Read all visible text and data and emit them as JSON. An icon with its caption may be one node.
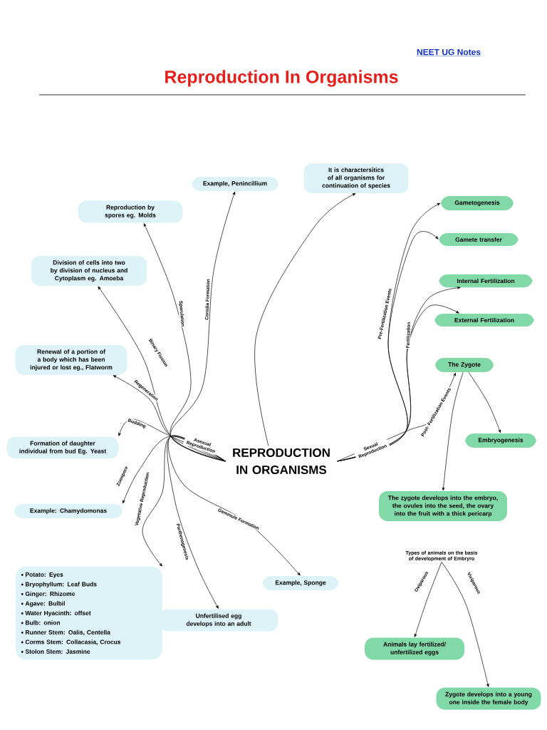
{
  "diagram": {
    "title": "Reproduction In Organisms",
    "nodes": [
      {
        "text": [
          "Example, Penincillium"
        ]
      },
      {
        "text": [
          "It is charactersitics of all organisms for continuation of species"
        ]
      },
      {
        "text": [
          "Reproduction by spores eg. Molds"
        ]
      },
      {
        "text": [
          "Gametogenesis"
        ]
      },
      {
        "text": [
          "Gamete transfer"
        ]
      },
      {
        "text": [
          "Division of cells into two by division of nucleus and Cytoplasm eg. Amoeba"
        ]
      },
      {
        "text": [
          "Internal Fertilization"
        ]
      },
      {
        "text": [
          "External Fertilization"
        ]
      },
      {
        "text": [
          "Renewal of a portion of a body which has been injured or lost eg., Flatworm"
        ]
      },
      {
        "text": [
          "The Zygote"
        ]
      },
      {
        "text": [
          "REPRODUCTION IN ORGANISMS"
        ]
      },
      {
        "text": [
          "Formation of daughter individual from bud Eg. Yeast"
        ]
      },
      {
        "text": [
          "Embryogenesis"
        ]
      },
      {
        "text": [
          "Example: Chamydomonas"
        ]
      },
      {
        "text": [
          "The zygote develops into the embryo, the ovules into the seed, the ovary into the fruit with a thick pericarp"
        ]
      },
      {
        "text": [
          "Types of animals on the basis of development of Embryro"
        ]
      },
      {
        "text": [
          "Potato: Eyes",
          "Bryophyllum: Leaf Buds",
          "Ginger: Rhizome",
          "Agave: Bulbil",
          "Water Hyacinth: offset",
          "Bulb: onion",
          "Runner Stem: Oalis, Centella",
          "Corms Stem: Collacasia, Crocus",
          "Stolon Stem: Jasmine"
        ]
      },
      {
        "text": [
          "Example, Sponge"
        ]
      },
      {
        "text": [
          "Unfertilised egg develops into an adult"
        ]
      },
      {
        "text": [
          "Animals lay fertilized/ unfertilized eggs"
        ]
      },
      {
        "text": [
          "Zygote develops into a young one inside the female body"
        ]
      }
    ],
    "edges": [
      {
        "from": 10,
        "to": 0,
        "arrow": "to",
        "label": "Conidia Formation"
      },
      {
        "from": 10,
        "to": 2,
        "arrow": "to",
        "label": "Sporulation"
      },
      {
        "from": 10,
        "to": 5,
        "arrow": "to",
        "label": "Binary Fission"
      },
      {
        "from": 10,
        "to": 8,
        "arrow": "to",
        "label": "Regeneration"
      },
      {
        "from": 10,
        "to": 11,
        "arrow": "to",
        "label": "Budding"
      },
      {
        "from": 10,
        "to": 13,
        "arrow": "to",
        "label": "Zoospore"
      },
      {
        "from": 10,
        "to": 16,
        "arrow": "to",
        "label": "Vegetative Reproduction"
      },
      {
        "from": 10,
        "to": 18,
        "arrow": "to",
        "label": "Parthenogenesis"
      },
      {
        "from": 10,
        "to": 17,
        "arrow": "to",
        "label": "Gemmule Formation"
      },
      {
        "from": 10,
        "to": 1,
        "arrow": "to"
      },
      {
        "from": 10,
        "to": 3,
        "arrow": "to",
        "label": "Pre-Fertilization Events"
      },
      {
        "from": 10,
        "to": 4,
        "arrow": "to"
      },
      {
        "from": 10,
        "to": 6,
        "arrow": "to",
        "label": "Fertilization"
      },
      {
        "from": 10,
        "to": 7,
        "arrow": "to"
      },
      {
        "from": 10,
        "to": 9,
        "arrow": "to",
        "label": "Post- Fertilization Events"
      },
      {
        "from": 9,
        "to": 14,
        "arrow": "to"
      },
      {
        "from": 9,
        "to": 12,
        "arrow": "to"
      },
      {
        "from": 15,
        "to": 19,
        "arrow": "to",
        "label": "Oviparous"
      },
      {
        "from": 15,
        "to": 20,
        "arrow": "to",
        "label": "Viviparous"
      }
    ],
    "labels": [
      "NEET UG Notes",
      "Asexual Reproduction",
      "Sexual Reproduction"
    ]
  }
}
